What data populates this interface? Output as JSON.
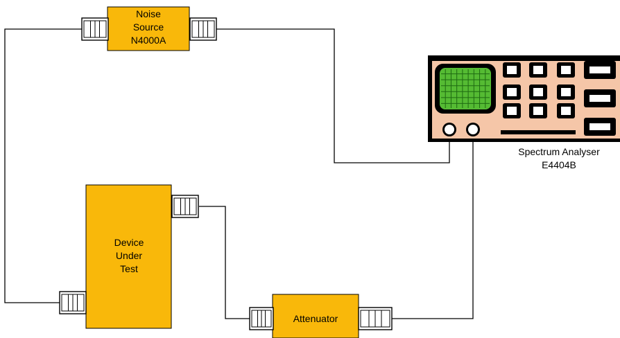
{
  "colors": {
    "box_fill": "#f9b80a",
    "analyser_panel": "#f5c6a8",
    "screen_green": "#55bb33",
    "line": "#000000",
    "background": "#ffffff"
  },
  "components": {
    "noise_source": {
      "label_lines": [
        "Noise",
        "Source",
        "N4000A"
      ]
    },
    "dut": {
      "label_lines": [
        "Device",
        "Under",
        "Test"
      ]
    },
    "attenuator": {
      "label": "Attenuator"
    },
    "spectrum_analyser": {
      "label_lines": [
        "Spectrum Analyser",
        "E4404B"
      ]
    }
  },
  "icons": [
    "connector-icon",
    "screen-icon",
    "knob-icon",
    "button-icon"
  ]
}
